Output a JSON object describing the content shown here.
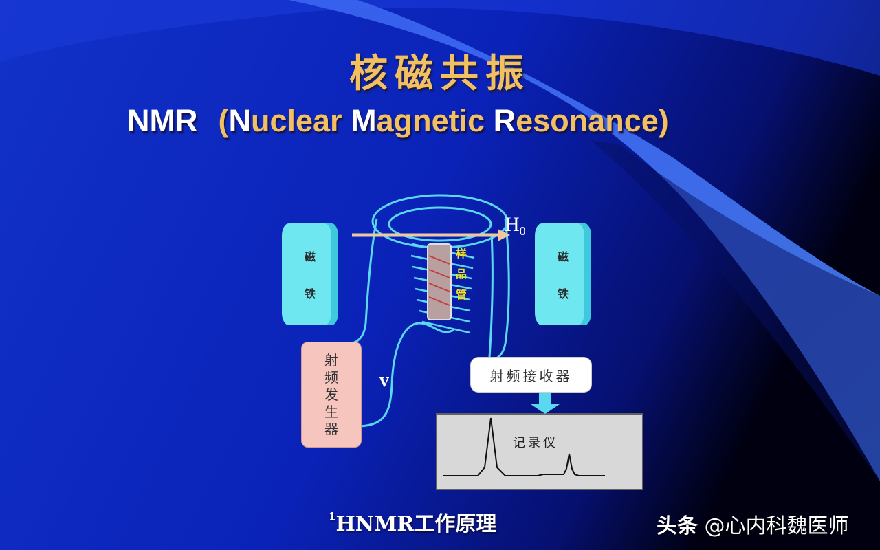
{
  "title_cn": "核磁共振",
  "title_en": {
    "abbr": "NMR",
    "open": "(",
    "w1_initial": "N",
    "w1_rest": "uclear",
    "w2_initial": "M",
    "w2_rest": "agnetic",
    "w3_initial": "R",
    "w3_rest": "esonance",
    "close": ")"
  },
  "diagram": {
    "magnet_left": [
      "磁",
      "铁"
    ],
    "magnet_right": [
      "磁",
      "铁"
    ],
    "field_label": "H",
    "field_subscript": "0",
    "sample_tube": [
      "样",
      "品",
      "管"
    ],
    "rf_generator": [
      "射",
      "频",
      "发",
      "生",
      "器"
    ],
    "frequency_label": "v",
    "rf_receiver": "射频接收器",
    "recorder": "记录仪"
  },
  "caption": {
    "superscript": "1",
    "text": "HNMR工作原理"
  },
  "watermark": {
    "brand": "头条",
    "handle": "@心内科魏医师"
  },
  "colors": {
    "background": "#0a1fb8",
    "title_gold": "#f2c060",
    "magnet": "#6ee7f0",
    "wire": "#5ad8f0",
    "arrow": "#f0c8a0",
    "generator": "#f5c5be",
    "recorder": "#d8d8d8"
  }
}
